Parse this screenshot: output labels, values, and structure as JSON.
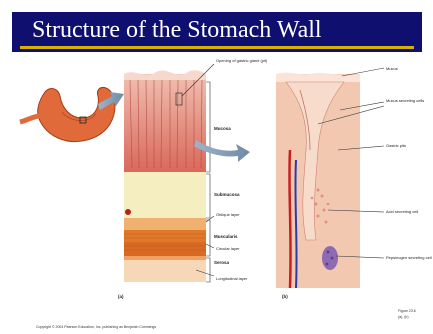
{
  "title": "Structure of the Stomach Wall",
  "labels": {
    "gastric_pit_opening": "Opening of gastric gland (pit)",
    "mucosa": "Mucosa",
    "submucosa": "Submucosa",
    "oblique_layer": "Oblique layer",
    "muscularis": "Muscularis",
    "circular_layer": "Circular layer",
    "serosa": "Serosa",
    "longitudinal_layer": "Longitudinal layer",
    "mucus": "Mucus",
    "mucus_secreting_cells": "Mucus secreting cells",
    "gastric_pits": "Gastric pits",
    "acid_secreting_cell": "Acid secreting cell",
    "pepsinogen_secreting_cell": "Pepsinogen secreting cell"
  },
  "panel_labels": {
    "a": "(a)",
    "b": "(b)"
  },
  "footer": {
    "copyright": "Copyright © 2004 Pearson Education, Inc. publishing as Benjamin Cummings",
    "figure": "Figure 23.6",
    "figure_parts": "(a), (b)"
  },
  "colors": {
    "title_bg": "#0e0f6e",
    "title_underline": "#d8b000",
    "stomach": "#e06a3a",
    "mucosa": "#e8866e",
    "submucosa": "#f5eec0",
    "muscularis": "#e07a2a",
    "gland_tissue": "#f3c8b0"
  }
}
